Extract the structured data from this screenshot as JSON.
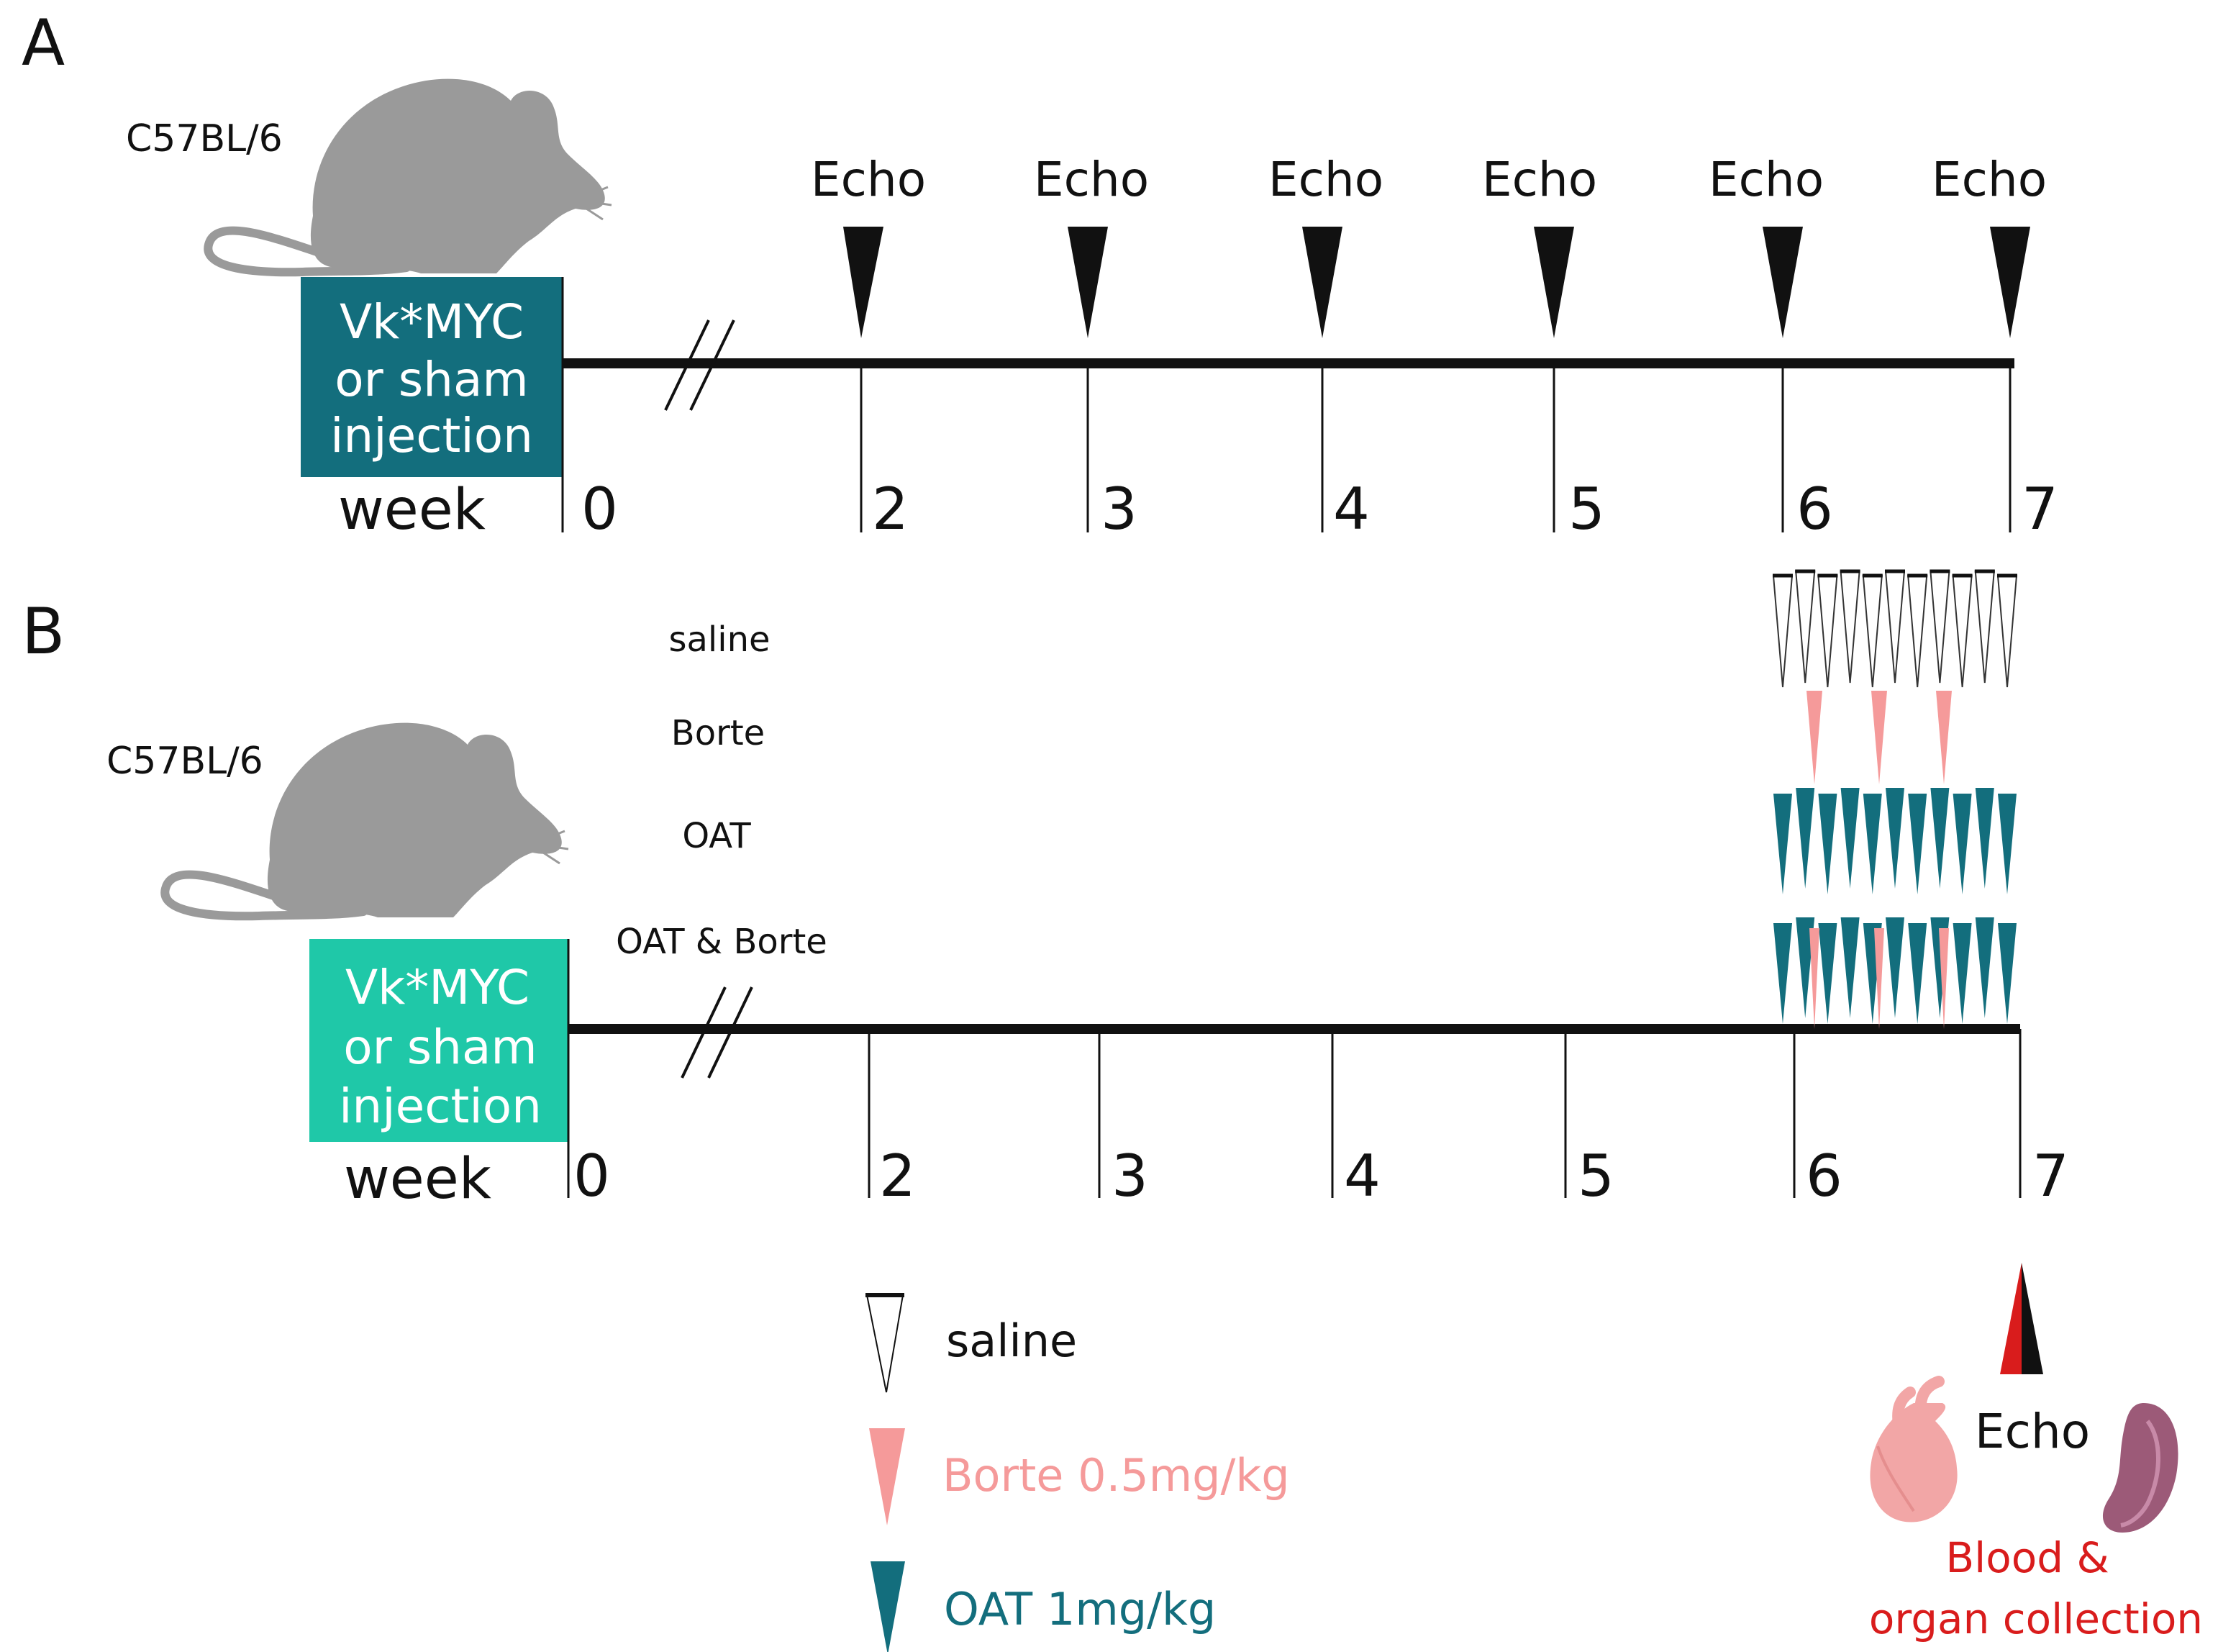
{
  "panel_a": {
    "letter": "A",
    "strain": "C57BL/6",
    "injection": [
      "Vk*MYC",
      "or sham",
      "injection"
    ],
    "week_label": "week",
    "weeks": [
      "0",
      "2",
      "3",
      "4",
      "5",
      "6",
      "7"
    ],
    "echo_label": "Echo",
    "echo_count": 6,
    "box_color": "#136e7d"
  },
  "panel_b": {
    "letter": "B",
    "strain": "C57BL/6",
    "injection": [
      "Vk*MYC",
      "or sham",
      "injection"
    ],
    "week_label": "week",
    "weeks": [
      "0",
      "2",
      "3",
      "4",
      "5",
      "6",
      "7"
    ],
    "groups": [
      "saline",
      "Borte",
      "OAT",
      "OAT & Borte"
    ],
    "box_color": "#1fc8a8"
  },
  "legend": {
    "saline": "saline",
    "borte": "Borte 0.5mg/kg",
    "oat": "OAT 1mg/kg"
  },
  "endpoint": {
    "echo": "Echo",
    "collection": [
      "Blood &",
      "organ collection"
    ]
  },
  "colors": {
    "teal_dark": "#136e7d",
    "teal_light": "#1fc8a8",
    "oat": "#136e7d",
    "borte": "#f59a9a",
    "heart": "#f2a6a6",
    "spleen": "#9c5a78",
    "red_text": "#d91c1c",
    "mouse": "#9a9a9a"
  },
  "icons": [
    "mouse-silhouette",
    "heart-icon",
    "spleen-icon"
  ]
}
